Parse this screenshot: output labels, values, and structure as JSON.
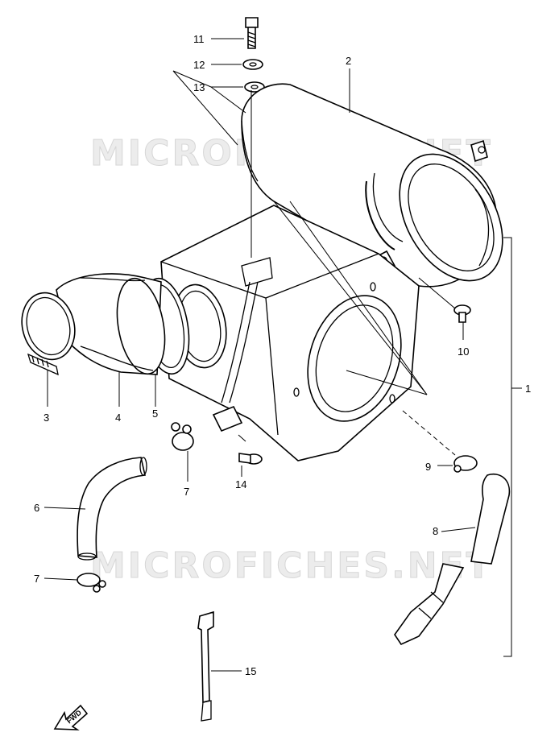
{
  "watermark": "MICROFICHES.NET",
  "fwd_label": "FWD",
  "callouts": {
    "c1": "1",
    "c2": "2",
    "c3": "3",
    "c4": "4",
    "c5": "5",
    "c6": "6",
    "c7a": "7",
    "c7b": "7",
    "c8": "8",
    "c9": "9",
    "c10": "10",
    "c11": "11",
    "c12": "12",
    "c13": "13",
    "c14": "14",
    "c15": "15"
  }
}
